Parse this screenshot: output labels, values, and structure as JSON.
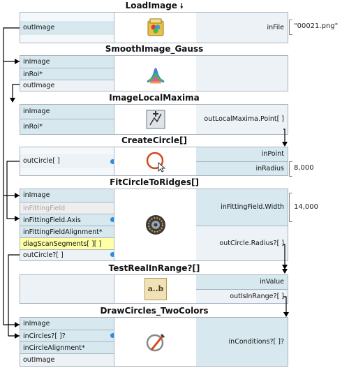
{
  "filters": {
    "load": {
      "title": "LoadImage",
      "title_mark": "🠗",
      "out_image": "outImage",
      "in_file": "inFile",
      "in_file_value": "\"00021.png\""
    },
    "smooth": {
      "title": "SmoothImage_Gauss",
      "in_image": "inImage",
      "in_roi": "inRoi*",
      "out_image": "outImage"
    },
    "maxima": {
      "title": "ImageLocalMaxima",
      "in_image": "inImage",
      "in_roi": "inRoi*",
      "out_points": "outLocalMaxima.Point[ ]"
    },
    "create": {
      "title": "CreateCircle[]",
      "out_circle": "outCircle[ ]",
      "in_point": "inPoint",
      "in_radius": "inRadius",
      "in_radius_value": "8,000"
    },
    "fit": {
      "title": "FitCircleToRidges[]",
      "in_image": "inImage",
      "in_field": "inFittingField",
      "in_axis": "inFittingField.Axis",
      "in_align": "inFittingFieldAlignment*",
      "diag": "diagScanSegments[ ][ ]",
      "out_circle": "outCircle?[ ]",
      "in_width": "inFittingField.Width",
      "in_width_value": "14,000",
      "out_radius": "outCircle.Radius?[ ]"
    },
    "test": {
      "title": "TestRealInRange?[]",
      "in_value": "inValue",
      "out_in_range": "outIsInRange?[ ]",
      "icon_text": "a..b"
    },
    "draw": {
      "title": "DrawCircles_TwoColors",
      "in_image": "inImage",
      "in_circles": "inCircles?[ ]?",
      "in_align": "inCircleAlignment*",
      "out_image": "outImage",
      "in_conditions": "inConditions?[ ]?"
    }
  },
  "colors": {
    "input_port": "#d7e9ef",
    "output_port": "#edf2f7",
    "diagnostic": "#ffffa6",
    "border": "#a7b4c0",
    "connector_dot": "#2a8de0"
  },
  "icons": [
    "image-file-icon",
    "gauss-smoothing-icon",
    "local-maxima-icon",
    "create-circle-icon",
    "fit-circle-icon",
    "range-test-icon",
    "draw-circle-icon"
  ]
}
